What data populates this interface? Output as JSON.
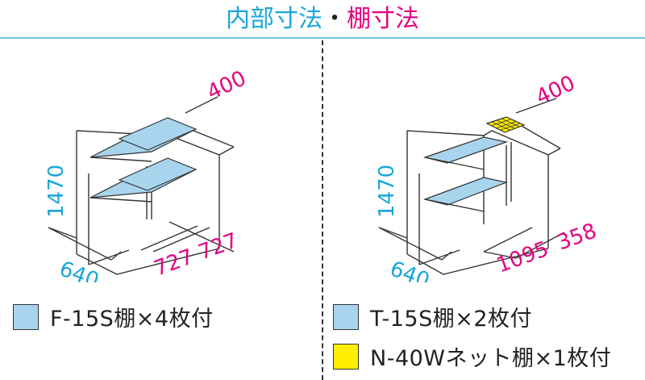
{
  "title": {
    "part1": "内部寸法",
    "sep": "・",
    "part2": "棚寸法"
  },
  "colors": {
    "blue": "#1aa6d8",
    "magenta": "#e4007f",
    "shelf": "#a8d4ee",
    "net": "#ffee00"
  },
  "left": {
    "dims": {
      "width_top": "400",
      "height": "1470",
      "depth": "640",
      "width_a": "727",
      "width_b": "727"
    },
    "legend": "F-15S棚×4枚付"
  },
  "right": {
    "dims": {
      "width_top": "400",
      "height": "1470",
      "depth": "640",
      "width_a": "1095",
      "width_b": "358"
    },
    "legend1": "T-15S棚×2枚付",
    "legend2": "N-40Wネット棚×1枚付"
  }
}
